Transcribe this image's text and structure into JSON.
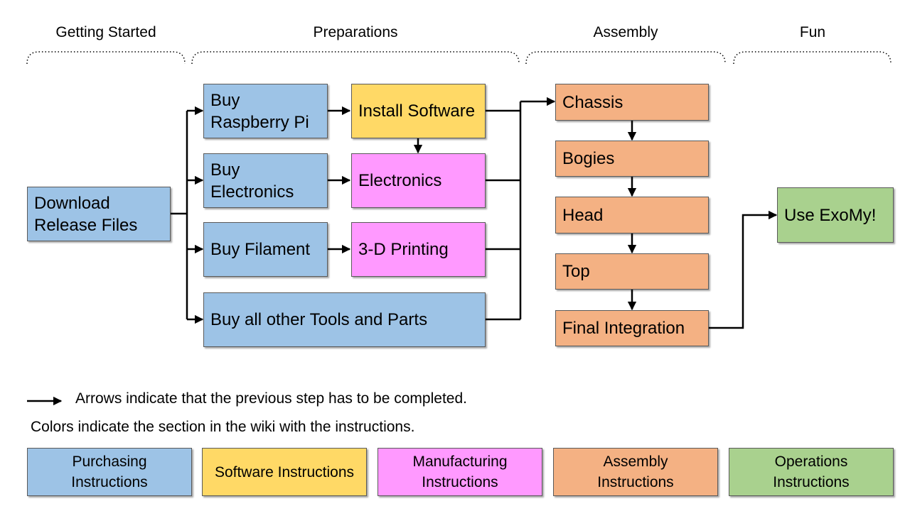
{
  "phases": [
    "Getting Started",
    "Preparations",
    "Assembly",
    "Fun"
  ],
  "steps": {
    "download": "Download Release Files",
    "buy_pi": "Buy Raspberry Pi",
    "install_software": "Install Software",
    "buy_electronics": "Buy Electronics",
    "electronics": "Electronics",
    "buy_filament": "Buy Filament",
    "printing": "3-D Printing",
    "buy_other": "Buy all other Tools and Parts",
    "chassis": "Chassis",
    "bogies": "Bogies",
    "head": "Head",
    "top": "Top",
    "final_integration": "Final Integration",
    "use_exomy": "Use ExoMy!"
  },
  "legend": {
    "arrow_note": "Arrows indicate that the previous step has to be completed.",
    "color_note": "Colors indicate the section in the wiki with the instructions.",
    "categories": [
      {
        "label": "Purchasing Instructions",
        "color": "#9dc3e6"
      },
      {
        "label": "Software Instructions",
        "color": "#ffd966"
      },
      {
        "label": "Manufacturing Instructions",
        "color": "#ff99ff"
      },
      {
        "label": "Assembly Instructions",
        "color": "#f4b183"
      },
      {
        "label": "Operations Instructions",
        "color": "#a9d18e"
      }
    ]
  }
}
